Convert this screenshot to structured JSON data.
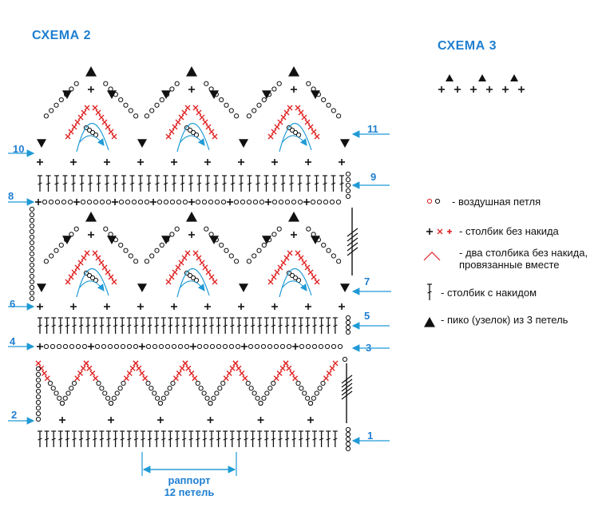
{
  "titles": {
    "scheme2": "СХЕМА 2",
    "scheme3": "СХЕМА 3"
  },
  "row_labels": [
    "1",
    "2",
    "3",
    "4",
    "5",
    "6",
    "7",
    "8",
    "9",
    "10",
    "11"
  ],
  "legend": [
    {
      "icon": "chain-stitch-icon",
      "text": "- воздушная петля"
    },
    {
      "icon": "single-crochet-icon",
      "text": "- столбик без накида"
    },
    {
      "icon": "sc2tog-icon",
      "text": "- два столбика без накида, провязанные вместе"
    },
    {
      "icon": "double-crochet-icon",
      "text": "- столбик с накидом"
    },
    {
      "icon": "picot-icon",
      "text": "- пико (узелок) из 3 петель"
    }
  ],
  "rapport": {
    "line1": "раппорт",
    "line2": "12 петель"
  },
  "colors": {
    "accent": "#1f7fd1",
    "red": "#e02020",
    "black": "#111111",
    "arrow": "#1f9ad6"
  }
}
